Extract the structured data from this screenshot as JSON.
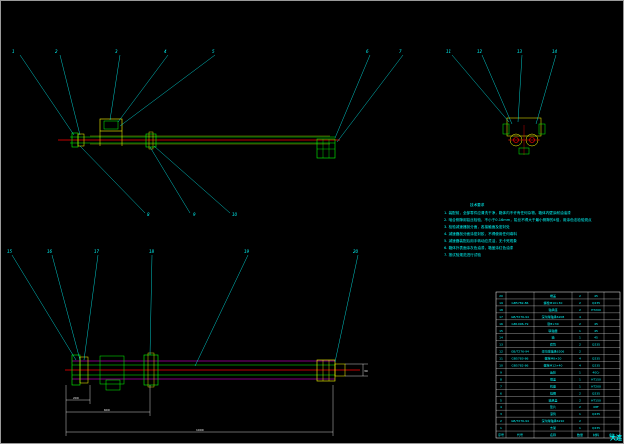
{
  "title_block": {
    "corner_label": "大连"
  },
  "colors": {
    "background": "#000000",
    "leader": "#00ffff",
    "part": "#00ff00",
    "shaft": "#ff0000",
    "component": "#ffff00",
    "frame": "#ffffff"
  },
  "balloons_top": [
    "1",
    "2",
    "3",
    "4",
    "5",
    "6",
    "7",
    "8",
    "9",
    "10"
  ],
  "balloons_side": [
    "11",
    "12",
    "13",
    "14"
  ],
  "balloons_bottom": [
    "15",
    "16",
    "17",
    "18",
    "19",
    "20"
  ],
  "dimensions": {
    "d1": "200",
    "d2": "600",
    "d3": "1000",
    "d4": "30"
  },
  "notes": {
    "heading": "技术要求",
    "lines": [
      "1. 装配前，全部零件应清洗干净，箱体内不许有任何杂物。箱体内壁涂耐油油漆",
      "2. 啮合侧隙用铅丝检验，不小于0.16mm，铅丝不得大于最小侧隙的4倍，用涂色法检验斑点",
      "3. 检验减速器剖分面，各接触面及密封处",
      "4. 减速器剖分面涂密封胶，不得使用任何填料",
      "5. 减速器装配后用手转动应灵活，无卡死现象",
      "6. 箱体外表面涂灰色油漆，箱盖涂红色油漆",
      "7. 按试验规范进行试验"
    ]
  },
  "bom": {
    "rows": [
      [
        "20",
        "",
        "端盖",
        "2",
        "45",
        ""
      ],
      [
        "19",
        "GB5782-86",
        "螺栓M10×30",
        "2",
        "Q235",
        ""
      ],
      [
        "18",
        "",
        "轴承座",
        "2",
        "HT200",
        ""
      ],
      [
        "17",
        "GB/T276-94",
        "深沟球轴承6208",
        "4",
        "",
        ""
      ],
      [
        "16",
        "GB1096-79",
        "键8×30",
        "2",
        "45",
        ""
      ],
      [
        "15",
        "",
        "联轴器",
        "1",
        "45",
        ""
      ],
      [
        "14",
        "",
        "轴",
        "1",
        "45",
        ""
      ],
      [
        "13",
        "",
        "套筒",
        "2",
        "Q235",
        ""
      ],
      [
        "12",
        "GB/T276-94",
        "深沟球轴承6206",
        "2",
        "",
        ""
      ],
      [
        "11",
        "GB5783-86",
        "螺栓M8×20",
        "4",
        "Q235",
        ""
      ],
      [
        "10",
        "GB5782-86",
        "螺栓M12×40",
        "4",
        "Q235",
        ""
      ],
      [
        "9",
        "",
        "齿轮",
        "1",
        "40Cr",
        ""
      ],
      [
        "8",
        "",
        "端盖",
        "1",
        "HT150",
        ""
      ],
      [
        "7",
        "",
        "机座",
        "1",
        "HT200",
        ""
      ],
      [
        "6",
        "",
        "挡圈",
        "2",
        "Q235",
        ""
      ],
      [
        "5",
        "",
        "轴承盖",
        "2",
        "HT150",
        ""
      ],
      [
        "4",
        "",
        "垫片",
        "2",
        "08F",
        ""
      ],
      [
        "3",
        "",
        "滚筒",
        "1",
        "Q235",
        ""
      ],
      [
        "2",
        "GB/T276-94",
        "深沟球轴承6210",
        "2",
        "",
        ""
      ],
      [
        "1",
        "",
        "支架",
        "1",
        "Q235",
        ""
      ]
    ],
    "header": [
      "序号",
      "代号",
      "名称",
      "数量",
      "材料",
      "备注"
    ]
  }
}
